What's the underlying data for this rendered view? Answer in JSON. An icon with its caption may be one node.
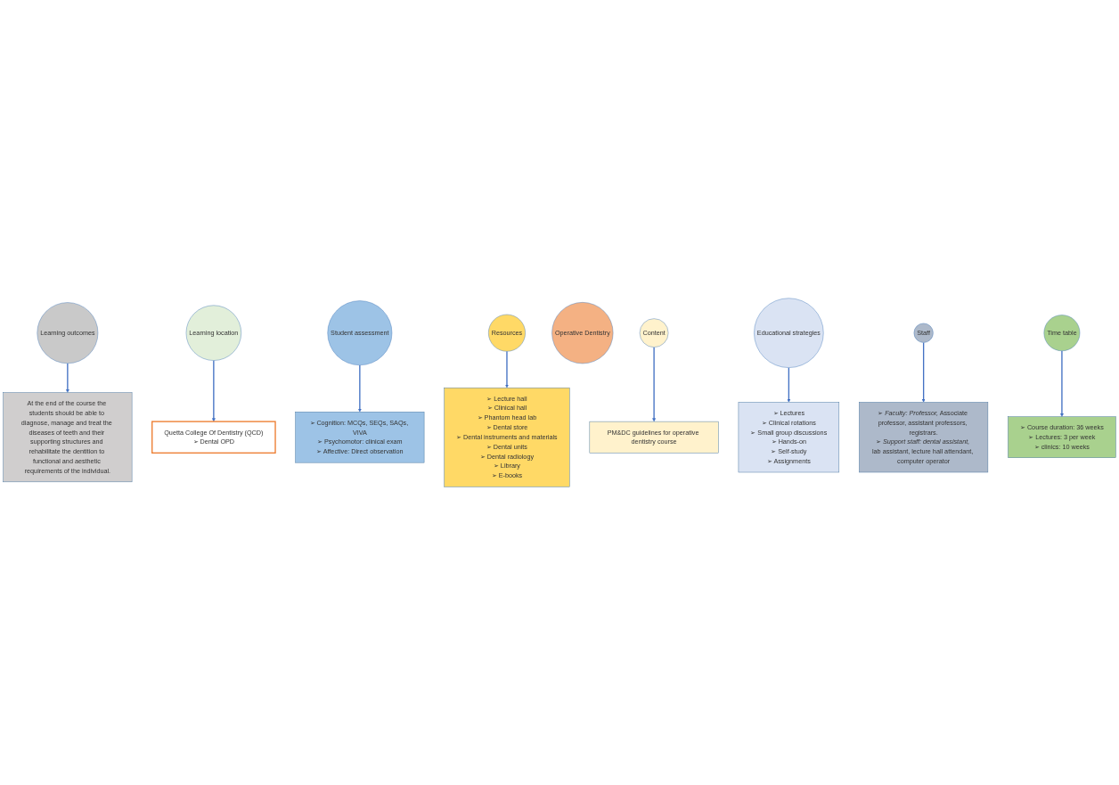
{
  "diagram": {
    "nodes": [
      {
        "text": [
          "At the end of the course the students should be able to diagnose, manage and treat the diseases of teeth and their supporting structures and rehabilitate the dentition to functional and aesthetic requirements of the individual."
        ]
      },
      {
        "text": [
          "Quetta College Of Dentistry (QCD)",
          "➢ Dental OPD"
        ]
      },
      {
        "text": [
          "Learning outcomes"
        ]
      },
      {
        "text": [
          "Learning location"
        ]
      },
      {
        "text": [
          "Student assessment"
        ]
      },
      {
        "text": [
          "➢ Cognition: MCQs, SEQs, SAQs, VIVA",
          "➢ Psychomotor: clinical exam",
          "➢ Affective: Direct observation"
        ]
      },
      {
        "text": [
          "➢ Lecture hall",
          "➢ Clinical hall",
          "➢ Phantom head lab",
          "➢ Dental store",
          "➢ Dental instruments and materials",
          "➢ Dental units",
          "➢ Dental radiology",
          "➢ Library",
          "➢ E-books"
        ]
      },
      {
        "text": [
          "Resources"
        ]
      },
      {
        "text": [
          "Operative Dentistry"
        ]
      },
      {
        "text": [
          "Content"
        ]
      },
      {
        "text": [
          "PM&DC guidelines for operative dentistry course"
        ]
      },
      {
        "text": [
          "Educational strategies"
        ]
      },
      {
        "text": [
          "Staff"
        ]
      },
      {
        "text": [
          "Time table"
        ]
      },
      {
        "text": [
          "➢ Course duration: 36 weeks",
          "➢ Lectures: 3 per week",
          "➢ clinics:  10 weeks"
        ]
      },
      {
        "text": [
          "➢ Lectures",
          "➢ Clinical rotations",
          "➢ Small group discussions",
          "➢ Hands-on",
          "➢ Self-study",
          "➢ Assignments"
        ]
      },
      {
        "text": [
          "➢ *Faculty: Professor,* Associate professor, assistant professors, registrars.",
          "➢ *Support staff: dental assistant,* lab assistant, lecture hall attendant, computer operator"
        ]
      }
    ],
    "edges": [
      {
        "from": 2,
        "to": 0,
        "arrow": "to"
      },
      {
        "from": 3,
        "to": 1,
        "arrow": "to"
      },
      {
        "from": 4,
        "to": 5,
        "arrow": "to"
      },
      {
        "from": 7,
        "to": 6,
        "arrow": "to"
      },
      {
        "from": 9,
        "to": 10,
        "arrow": "to"
      },
      {
        "from": 11,
        "to": 15,
        "arrow": "to"
      },
      {
        "from": 12,
        "to": 16,
        "arrow": "to"
      },
      {
        "from": 13,
        "to": 14,
        "arrow": "to"
      }
    ]
  }
}
